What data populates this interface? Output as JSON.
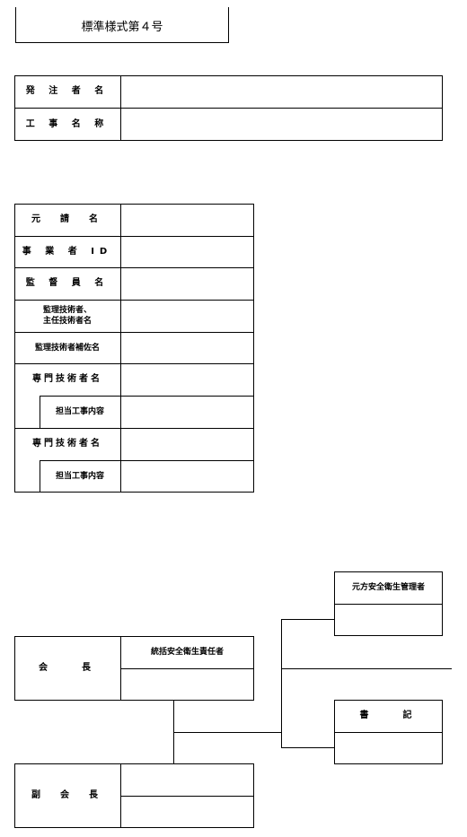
{
  "form_number": "標準様式第４号",
  "project": {
    "rows": [
      "発 注 者 名",
      "工 事 名 称"
    ]
  },
  "contractor": {
    "rows": [
      "元　請　名",
      "事 業 者 ID",
      "監 督 員 名",
      "監理技術者、\n主任技術者名",
      "監理技術者補佐名",
      "専門技術者名",
      "担当工事内容",
      "専門技術者名",
      "担当工事内容"
    ]
  },
  "organization": {
    "chairman": "会　　長",
    "vice_chairman": "副　会　長",
    "safety_officer": "統括安全衛生責任者",
    "prime_safety_manager": "元方安全衛生管理者",
    "secretary": "書　　記"
  }
}
